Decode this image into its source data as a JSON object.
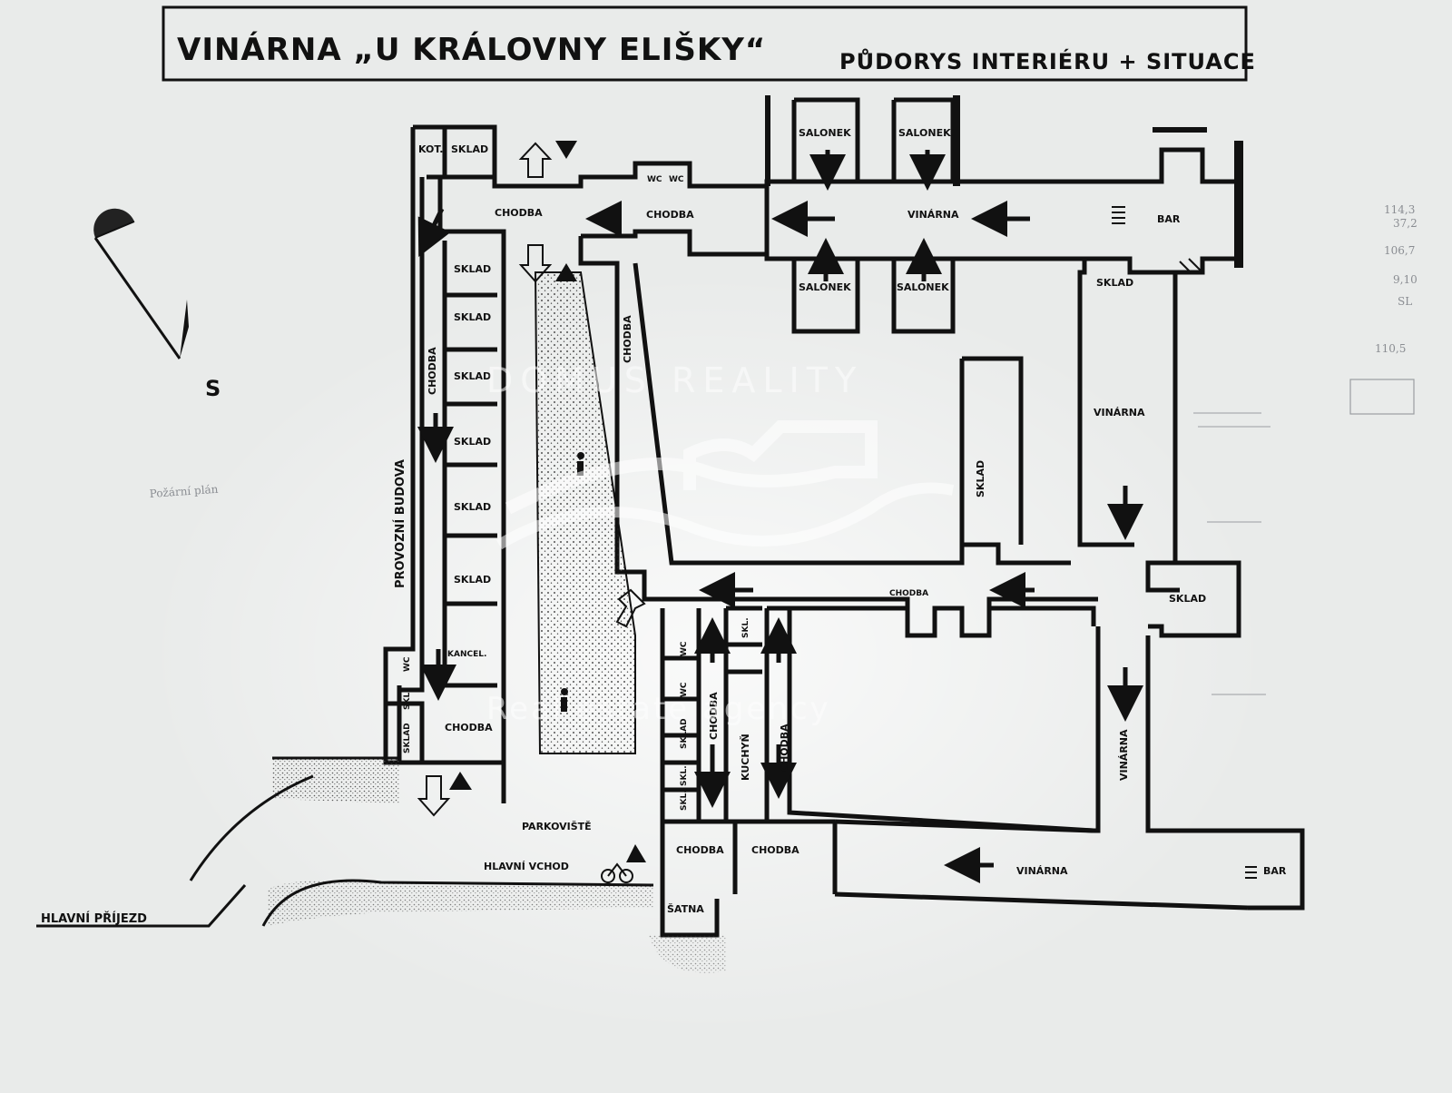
{
  "title": {
    "main": "VINÁRNA „U KRÁLOVNY ELIŠKY“",
    "sub": "PŮDORYS INTERIÉRU + SITUACE"
  },
  "compass": {
    "label": "S"
  },
  "rooms": {
    "kot": "KOT.",
    "sklad_top": "SKLAD",
    "chodba_top_left": "CHODBA",
    "chodba_top_mid": "CHODBA",
    "wc_a": "WC",
    "wc_b": "WC",
    "salonek_1": "SALONEK",
    "salonek_2": "SALONEK",
    "salonek_3": "SALONEK",
    "salonek_4": "SALONEK",
    "vinarna_top": "VINÁRNA",
    "bar_top": "BAR",
    "sklad_1": "SKLAD",
    "sklad_2": "SKLAD",
    "sklad_3": "SKLAD",
    "sklad_4": "SKLAD",
    "sklad_5": "SKLAD",
    "sklad_6": "SKLAD",
    "kancel": "KANCEL.",
    "chodba_left_vert": "CHODBA",
    "provozni_budova": "PROVOZNÍ BUDOVA",
    "chodba_diag": "CHODBA",
    "sklad_right_top": "SKLAD",
    "vinarna_right": "VINÁRNA",
    "sklad_courtyard": "SKLAD",
    "chodba_mid": "CHODBA",
    "sklad_right_small": "SKLAD",
    "wc_lower": "WC",
    "skl_lower": "SKL.",
    "sklad_lower": "SKLAD",
    "chodba_lower_left": "CHODBA",
    "wc_kitchen": "WC",
    "skl_kitchen": "SKL.",
    "wc_kitchen_2": "WC",
    "sklad_kitchen": "SKLAD",
    "skl_kitchen_2": "SKL.",
    "skl_kitchen_3": "SKL.",
    "chodba_kitchen": "CHODBA",
    "kuchyn": "KUCHYŇ",
    "chodba_kitchen_right": "CHODBA",
    "vinarna_lower_right": "VINÁRNA",
    "chodba_entry_1": "CHODBA",
    "chodba_entry_2": "CHODBA",
    "satna": "ŠATNA",
    "vinarna_bottom": "VINÁRNA",
    "bar_bottom": "BAR"
  },
  "site": {
    "parkoviste": "PARKOVIŠTĚ",
    "hlavni_vchod": "HLAVNÍ VCHOD",
    "hlavni_prijezd": "HLAVNÍ PŘÍJEZD"
  },
  "watermark": {
    "line1": "DOMUS REALITY",
    "line2": "Real estate agency"
  },
  "handwritten": {
    "note_left": "Požární plán",
    "figures": [
      "114,3",
      "37,2",
      "106,7",
      "9,10",
      "SL",
      "110,5"
    ]
  },
  "colors": {
    "paper": "#e9ebea",
    "ink": "#111111",
    "pencil": "#8a8d92"
  }
}
